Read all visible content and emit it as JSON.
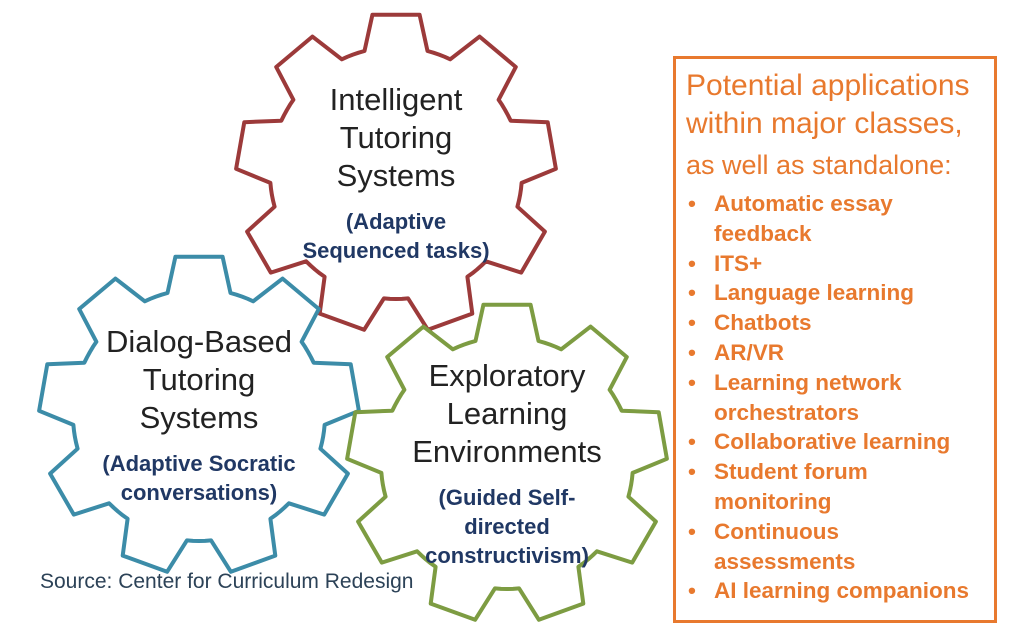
{
  "diagram": {
    "gears": [
      {
        "name": "intelligent-tutoring-systems",
        "title_lines": [
          "Intelligent",
          "Tutoring",
          "Systems"
        ],
        "subtitle_lines": [
          "(Adaptive",
          "Sequenced tasks)"
        ],
        "outline_color": "#9C3A3A"
      },
      {
        "name": "dialog-based-tutoring-systems",
        "title_lines": [
          "Dialog-Based",
          "Tutoring",
          "Systems"
        ],
        "subtitle_lines": [
          "(Adaptive Socratic",
          "conversations)"
        ],
        "outline_color": "#3C8CA8"
      },
      {
        "name": "exploratory-learning-environments",
        "title_lines": [
          "Exploratory",
          "Learning",
          "Environments"
        ],
        "subtitle_lines": [
          "(Guided Self-",
          "directed",
          "constructivism)"
        ],
        "outline_color": "#7D9C42"
      }
    ],
    "title_text_color": "#222222",
    "subtitle_text_color": "#203864"
  },
  "panel": {
    "border_color": "#E8792E",
    "text_color": "#E8792E",
    "title_lines": [
      "Potential applications",
      "within major classes,"
    ],
    "subtitle": "as well as standalone:",
    "items": [
      "Automatic essay feedback",
      "ITS+",
      "Language learning",
      "Chatbots",
      "AR/VR",
      "Learning network orchestrators",
      "Collaborative learning",
      "Student forum monitoring",
      "Continuous assessments",
      "AI learning companions"
    ]
  },
  "footer": {
    "source": "Source: Center for Curriculum Redesign",
    "color": "#2C4257"
  }
}
